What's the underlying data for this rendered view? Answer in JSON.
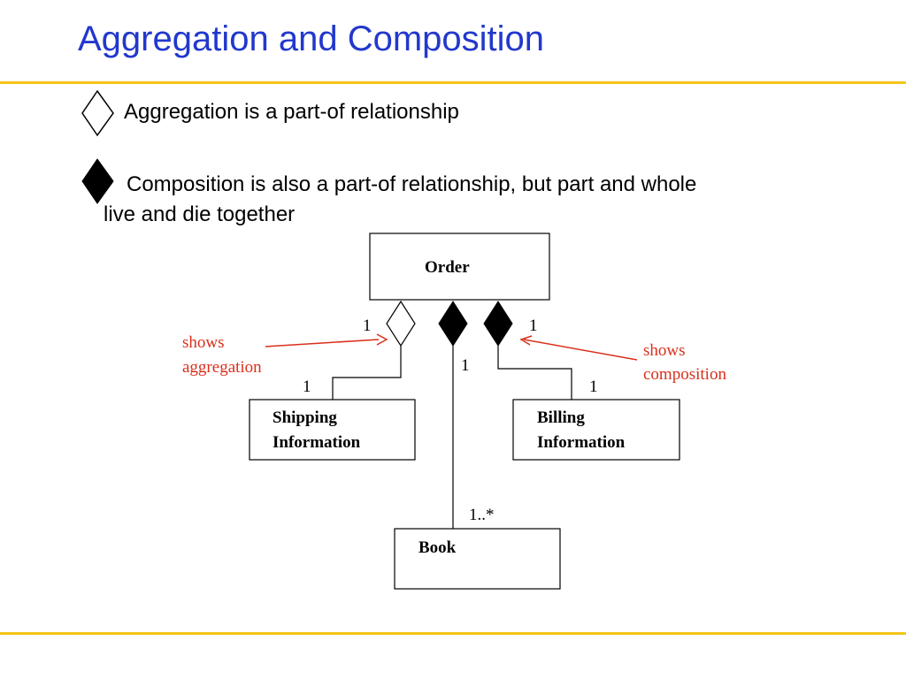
{
  "title": "Aggregation and Composition",
  "bullets": [
    {
      "text": "Aggregation is a part-of relationship",
      "icon": "hollow-diamond-icon"
    },
    {
      "line1": "Composition is also a part-of relationship, but part and whole",
      "line2": "live and die together",
      "icon": "filled-diamond-icon"
    }
  ],
  "diagram": {
    "classes": {
      "order": "Order",
      "shipping": [
        "Shipping",
        "Information"
      ],
      "billing": [
        "Billing",
        "Information"
      ],
      "book": "Book"
    },
    "multiplicities": {
      "order_shipping": "1",
      "shipping": "1",
      "order_book": "1",
      "book": "1..*",
      "order_billing": "1",
      "billing": "1"
    },
    "notes": {
      "aggregation": [
        "shows",
        "aggregation"
      ],
      "composition": [
        "shows",
        "composition"
      ]
    }
  },
  "colors": {
    "title": "#2238cc",
    "rule": "#f5c518",
    "note": "#d9301c"
  }
}
